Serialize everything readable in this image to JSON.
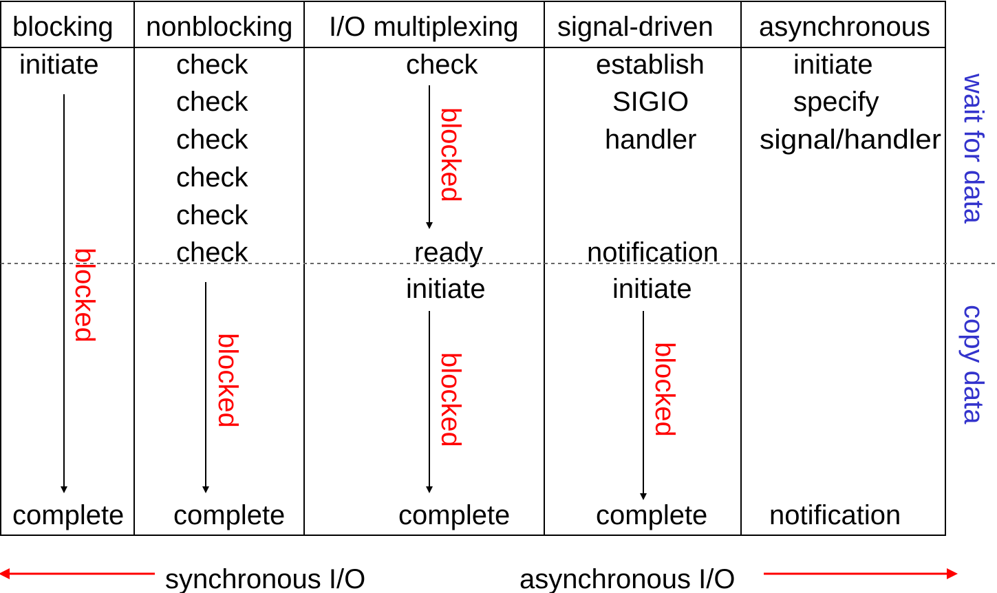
{
  "columns": {
    "blocking": {
      "header": "blocking",
      "start": "initiate",
      "blocked": "blocked",
      "end": "complete"
    },
    "nonblocking": {
      "header": "nonblocking",
      "checks": [
        "check",
        "check",
        "check",
        "check",
        "check",
        "check"
      ],
      "blocked": "blocked",
      "end": "complete"
    },
    "multiplexing": {
      "header": "I/O multiplexing",
      "start": "check",
      "blocked_wait": "blocked",
      "ready": "ready",
      "initiate": "initiate",
      "blocked_copy": "blocked",
      "end": "complete"
    },
    "signal_driven": {
      "header": "signal-driven",
      "lines": [
        "establish",
        "SIGIO",
        "handler"
      ],
      "notification": "notification",
      "initiate": "initiate",
      "blocked": "blocked",
      "end": "complete"
    },
    "asynchronous": {
      "header": "asynchronous",
      "lines": [
        "initiate",
        "specify",
        "signal/handler"
      ],
      "end": "notification"
    }
  },
  "phases": {
    "wait": "wait for data",
    "copy": "copy data"
  },
  "footer": {
    "sync": "synchronous I/O",
    "async": "asynchronous I/O"
  },
  "colors": {
    "blocked": "#ff0000",
    "phase": "#3333cc",
    "arrow_footer": "#ff0000",
    "grid": "#000000"
  }
}
